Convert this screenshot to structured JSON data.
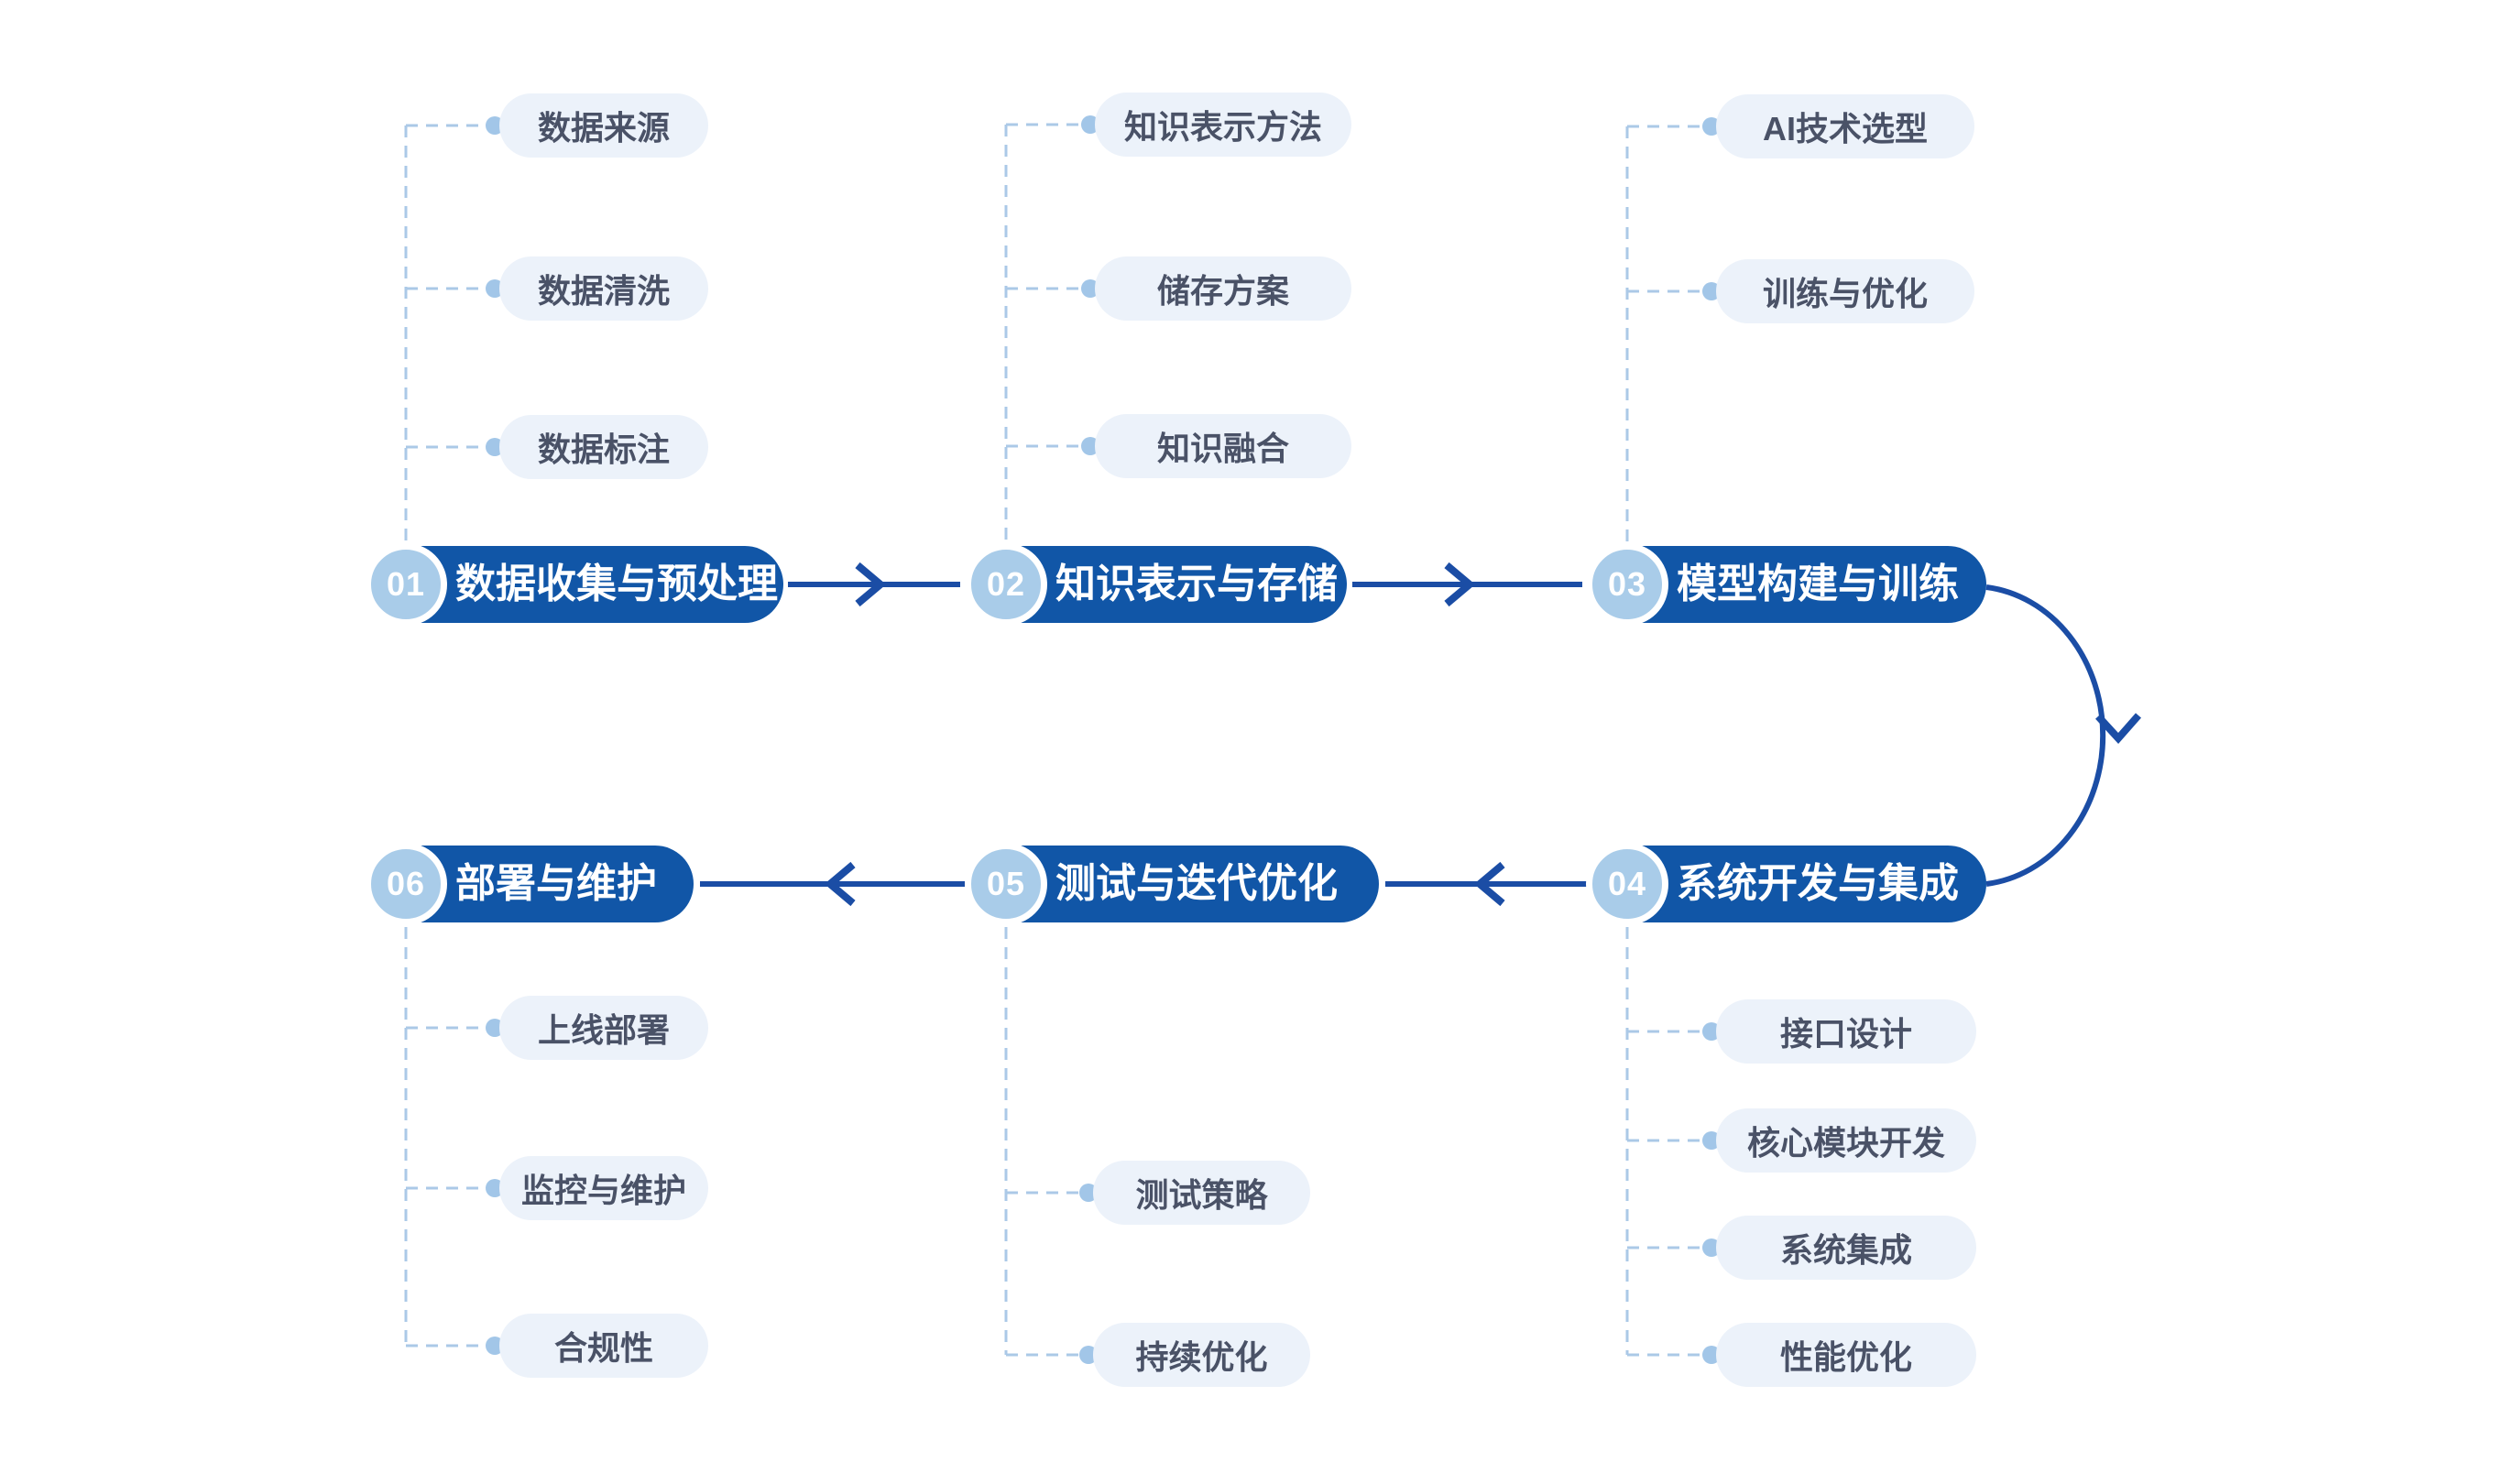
{
  "diagram": {
    "type": "process-flowchart",
    "flow_order": [
      "01",
      "02",
      "03",
      "04",
      "05",
      "06"
    ],
    "colors": {
      "background": "#ffffff",
      "stage_pill": "#1156a7",
      "stage_number_circle": "#a9cce9",
      "stage_text": "#ffffff",
      "sub_pill_bg": "#ecf2fa",
      "sub_pill_text": "#4a5267",
      "connector_dash": "#abc9e7",
      "connector_dot": "#a2c6e8",
      "arrow": "#1b4da5"
    }
  },
  "stages": [
    {
      "num": "01",
      "label": "数据收集与预处理",
      "sub_items": [
        {
          "label": "数据来源"
        },
        {
          "label": "数据清洗"
        },
        {
          "label": "数据标注"
        }
      ]
    },
    {
      "num": "02",
      "label": "知识表示与存储",
      "sub_items": [
        {
          "label": "知识表示方法"
        },
        {
          "label": "储存方案"
        },
        {
          "label": "知识融合"
        }
      ]
    },
    {
      "num": "03",
      "label": "模型构建与训练",
      "sub_items": [
        {
          "label": "AI技术选型"
        },
        {
          "label": "训练与优化"
        }
      ]
    },
    {
      "num": "04",
      "label": "系统开发与集成",
      "sub_items": [
        {
          "label": "接口设计"
        },
        {
          "label": "核心模块开发"
        },
        {
          "label": "系统集成"
        },
        {
          "label": "性能优化"
        }
      ]
    },
    {
      "num": "05",
      "label": "测试与迭代优化",
      "sub_items": [
        {
          "label": "测试策略"
        },
        {
          "label": "持续优化"
        }
      ]
    },
    {
      "num": "06",
      "label": "部署与维护",
      "sub_items": [
        {
          "label": "上线部署"
        },
        {
          "label": "监控与维护"
        },
        {
          "label": "合规性"
        }
      ]
    }
  ]
}
